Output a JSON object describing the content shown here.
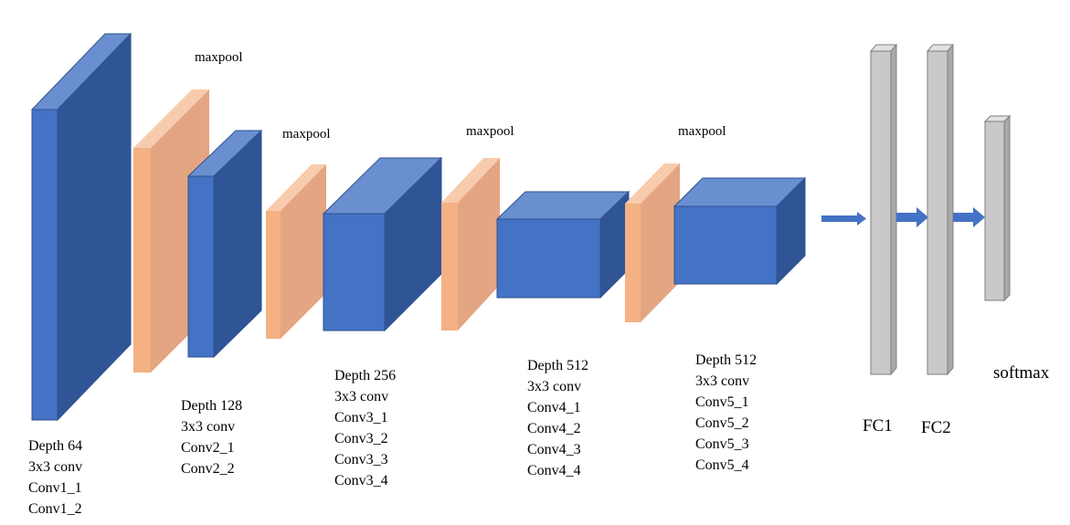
{
  "colors": {
    "conv_front": "#4472C4",
    "conv_top": "#6A8FD1",
    "conv_side": "#2F5597",
    "pool_front": "#F4B183",
    "pool_top": "#F8CBAD",
    "pool_side": "#E4A582",
    "fc_front": "#C9C9C9",
    "fc_top": "#E2E2E2",
    "fc_side": "#A9A9A9",
    "arrow": "#4472C4"
  },
  "labels": {
    "maxpool_1": "maxpool",
    "maxpool_2": "maxpool",
    "maxpool_3": "maxpool",
    "maxpool_4": "maxpool",
    "block1": [
      "Depth 64",
      "3x3 conv",
      "Conv1_1",
      "Conv1_2"
    ],
    "block2": [
      "Depth 128",
      "3x3 conv",
      "Conv2_1",
      "Conv2_2"
    ],
    "block3": [
      "Depth 256",
      "3x3 conv",
      "Conv3_1",
      "Conv3_2",
      "Conv3_3",
      "Conv3_4"
    ],
    "block4": [
      "Depth 512",
      "3x3 conv",
      "Conv4_1",
      "Conv4_2",
      "Conv4_3",
      "Conv4_4"
    ],
    "block5": [
      "Depth 512",
      "3x3 conv",
      "Conv5_1",
      "Conv5_2",
      "Conv5_3",
      "Conv5_4"
    ],
    "fc1": "FC1",
    "fc2": "FC2",
    "softmax": "softmax"
  }
}
